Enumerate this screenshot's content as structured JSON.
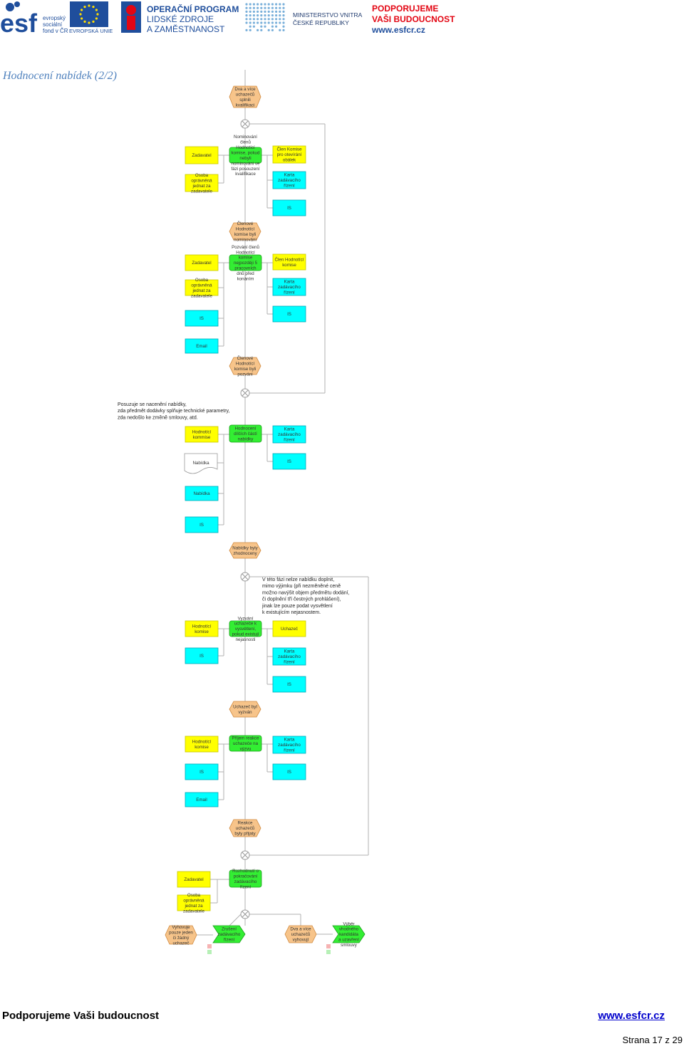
{
  "header": {
    "esf_word": "esf",
    "esf_lines": [
      "evropský",
      "sociální",
      "fond v ČR"
    ],
    "eu_label": "EVROPSKÁ UNIE",
    "op_lines": [
      "OPERAČNÍ PROGRAM",
      "LIDSKÉ ZDROJE",
      "A ZAMĚSTNANOST"
    ],
    "ministry_lines": [
      "MINISTERSTVO VNITRA",
      "ČESKÉ REPUBLIKY"
    ],
    "slogan_lines": [
      "PODPORUJEME",
      "VAŠI BUDOUCNOST"
    ],
    "slogan_url": "www.esfcr.cz"
  },
  "page_title": "Hodnocení nabídek (2/2)",
  "colors": {
    "event": "#f7c48a",
    "function": "#33ee33",
    "org": "#ffff00",
    "system": "#00ffff",
    "title": "#4f81bd",
    "slogan": "#e30613",
    "url": "#0000cc"
  },
  "diagram": {
    "events": [
      {
        "id": "e1",
        "lines": [
          "Dva a více",
          "uchazečů",
          "splnili",
          "kvalifikaci"
        ]
      },
      {
        "id": "e2",
        "lines": [
          "Členové",
          "Hodnotící",
          "komise byli",
          "nominováni"
        ]
      },
      {
        "id": "e3",
        "lines": [
          "Členové",
          "Hodnotící",
          "komise byli",
          "pozváni"
        ]
      },
      {
        "id": "e4",
        "lines": [
          "Nabídky byly",
          "zhodnoceny"
        ]
      },
      {
        "id": "e5",
        "lines": [
          "Uchazeč byl",
          "vyzván"
        ]
      },
      {
        "id": "e6",
        "lines": [
          "Reakce",
          "uchazečů",
          "byly přijaty"
        ]
      },
      {
        "id": "e7",
        "lines": [
          "Vyhovuje",
          "pouze jeden",
          "či žádný",
          "uchazeč"
        ]
      },
      {
        "id": "e8",
        "lines": [
          "Dva a více",
          "uchazečů",
          "vyhovují"
        ]
      }
    ],
    "functions": [
      {
        "id": "f1",
        "lines": [
          "Nominování",
          "členů",
          "Hodnotící",
          "komise, pokud",
          "nebyli",
          "nominováni ve",
          "fázi posouzení",
          "kvalifikace"
        ]
      },
      {
        "id": "f2",
        "lines": [
          "Pozvání členů",
          "Hodnotící",
          "komise",
          "nejpozději 5",
          "pracovních",
          "dnů před",
          "konáním"
        ]
      },
      {
        "id": "f3",
        "lines": [
          "Hodnocení",
          "dílčích částí",
          "nabídky"
        ]
      },
      {
        "id": "f4",
        "lines": [
          "Vyzvání",
          "uchazeče k",
          "vysvětlení,",
          "pokud existují",
          "nejasnosti"
        ]
      },
      {
        "id": "f5",
        "lines": [
          "Příjem reakce",
          "uchazeče na",
          "výzvu"
        ]
      },
      {
        "id": "f6",
        "lines": [
          "Rozhodnutí o",
          "pokračování",
          "zadávacího",
          "řízení"
        ]
      },
      {
        "id": "f7",
        "lines": [
          "Zrušení",
          "zadávacího",
          "řízení"
        ]
      },
      {
        "id": "f8",
        "lines": [
          "Výběr",
          "vhodného",
          "kandidáta",
          "a uzavření",
          "smlouvy"
        ]
      }
    ],
    "orgs": [
      {
        "id": "o1",
        "lines": [
          "Zadavatel"
        ]
      },
      {
        "id": "o2",
        "lines": [
          "Osoba",
          "oprávněná",
          "jednat za",
          "zadavatele"
        ]
      },
      {
        "id": "o3",
        "lines": [
          "Člen Komise",
          "pro otevírání",
          "obálek"
        ]
      },
      {
        "id": "o4",
        "lines": [
          "Zadavatel"
        ]
      },
      {
        "id": "o5",
        "lines": [
          "Osoba",
          "oprávněná",
          "jednat za",
          "zadavatele"
        ]
      },
      {
        "id": "o6",
        "lines": [
          "Člen Hodnotící",
          "komise"
        ]
      },
      {
        "id": "o7",
        "lines": [
          "Hodnotící",
          "kommise"
        ]
      },
      {
        "id": "o8",
        "lines": [
          "Hodnotící",
          "komise"
        ]
      },
      {
        "id": "o9",
        "lines": [
          "Uchazeč"
        ]
      },
      {
        "id": "o10",
        "lines": [
          "Hodnotící",
          "komise"
        ]
      },
      {
        "id": "o11",
        "lines": [
          "Zadavatel"
        ]
      },
      {
        "id": "o12",
        "lines": [
          "Osoba",
          "oprávněná",
          "jednat za",
          "zadavatele"
        ]
      }
    ],
    "systems": [
      {
        "id": "s1",
        "lines": [
          "Karta",
          "zadávacího",
          "řízení"
        ]
      },
      {
        "id": "s2",
        "lines": [
          "IS"
        ]
      },
      {
        "id": "s3",
        "lines": [
          "Karta",
          "zadávacího",
          "řízení"
        ]
      },
      {
        "id": "s4",
        "lines": [
          "IS"
        ]
      },
      {
        "id": "s5",
        "lines": [
          "IS"
        ]
      },
      {
        "id": "s6",
        "lines": [
          "Email"
        ]
      },
      {
        "id": "s7",
        "lines": [
          "Karta",
          "zadávacího",
          "řízení"
        ]
      },
      {
        "id": "s8",
        "lines": [
          "IS"
        ]
      },
      {
        "id": "s9",
        "lines": [
          "Nabídka"
        ]
      },
      {
        "id": "s10",
        "lines": [
          "IS"
        ]
      },
      {
        "id": "s11",
        "lines": [
          "IS"
        ]
      },
      {
        "id": "s12",
        "lines": [
          "Karta",
          "zadávacího",
          "řízení"
        ]
      },
      {
        "id": "s13",
        "lines": [
          "IS"
        ]
      },
      {
        "id": "s14",
        "lines": [
          "Karta",
          "zadávacího",
          "řízení"
        ]
      },
      {
        "id": "s15",
        "lines": [
          "IS"
        ]
      },
      {
        "id": "s16",
        "lines": [
          "IS"
        ]
      },
      {
        "id": "s17",
        "lines": [
          "Email"
        ]
      }
    ],
    "documents": [
      {
        "id": "d1",
        "lines": [
          "Nabídka"
        ]
      }
    ],
    "notes": [
      {
        "id": "n1",
        "lines": [
          "Posuzuje se nacenění nabídky,",
          "zda předmět dodávky splňuje technické parametry,",
          "zda nedošlo ke změně smlouvy, atd."
        ]
      },
      {
        "id": "n2",
        "lines": [
          "V této fázi nelze nabídku doplnit,",
          "mimo výjimku (při nezměněné ceně",
          "možno navýšit objem předmětu dodání,",
          "či doplnění tří čestných prohlášení),",
          "jinak lze pouze podat vysvětlení",
          "k existujícím nejasnostem."
        ]
      }
    ]
  },
  "footer": {
    "slogan": "Podporujeme Vaši budoucnost",
    "url": "www.esfcr.cz",
    "page": "Strana 17 z 29"
  }
}
